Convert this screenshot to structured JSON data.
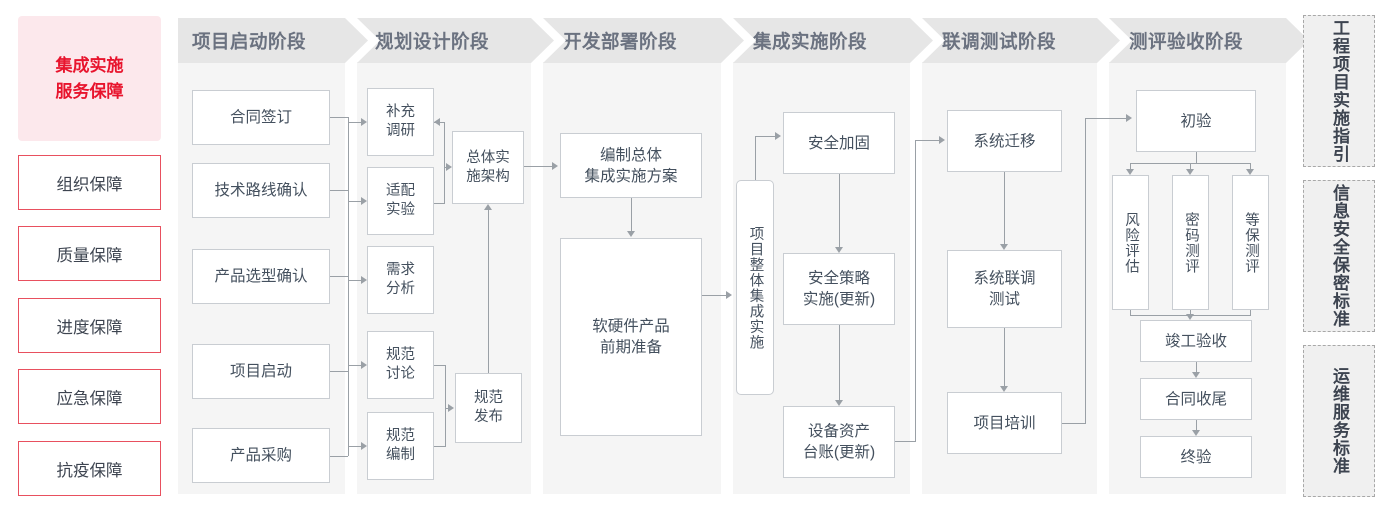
{
  "left_sidebar": {
    "title": "集成实施\n服务保障",
    "title_line1": "集成实施",
    "title_line2": "服务保障",
    "items": [
      {
        "label": "组织保障"
      },
      {
        "label": "质量保障"
      },
      {
        "label": "进度保障"
      },
      {
        "label": "应急保障"
      },
      {
        "label": "抗疫保障"
      }
    ]
  },
  "phases": [
    {
      "header": "项目启动阶段"
    },
    {
      "header": "规划设计阶段"
    },
    {
      "header": "开发部署阶段"
    },
    {
      "header": "集成实施阶段"
    },
    {
      "header": "联调测试阶段"
    },
    {
      "header": "测评验收阶段"
    }
  ],
  "nodes": {
    "p1": [
      {
        "label": "合同签订"
      },
      {
        "label": "技术路线确认"
      },
      {
        "label": "产品选型确认"
      },
      {
        "label": "项目启动"
      },
      {
        "label": "产品采购"
      }
    ],
    "p2": [
      {
        "label": "补充\n调研",
        "l1": "补充",
        "l2": "调研"
      },
      {
        "label": "适配\n实验",
        "l1": "适配",
        "l2": "实验"
      },
      {
        "label": "需求\n分析",
        "l1": "需求",
        "l2": "分析"
      },
      {
        "label": "规范\n讨论",
        "l1": "规范",
        "l2": "讨论"
      },
      {
        "label": "规范\n编制",
        "l1": "规范",
        "l2": "编制"
      }
    ],
    "p2_arch": {
      "l1": "总体实",
      "l2": "施架构"
    },
    "p2_pub": {
      "l1": "规范",
      "l2": "发布"
    },
    "p3": [
      {
        "l1": "编制总体",
        "l2": "集成实施方案"
      },
      {
        "l1": "软硬件产品",
        "l2": "前期准备"
      }
    ],
    "p4_vertical": {
      "label": "项目整体集成实施"
    },
    "p4": [
      {
        "l1": "安全加固",
        "l2": ""
      },
      {
        "l1": "安全策略",
        "l2": "实施(更新)"
      },
      {
        "l1": "设备资产",
        "l2": "台账(更新)"
      }
    ],
    "p5": [
      {
        "l1": "系统迁移",
        "l2": ""
      },
      {
        "l1": "系统联调",
        "l2": "测试"
      },
      {
        "l1": "项目培训",
        "l2": ""
      }
    ],
    "p6_first": {
      "label": "初验"
    },
    "p6_assess": [
      {
        "label": "风险评估"
      },
      {
        "label": "密码测评"
      },
      {
        "label": "等保测评"
      }
    ],
    "p6_tail": [
      {
        "label": "竣工验收"
      },
      {
        "label": "合同收尾"
      },
      {
        "label": "终验"
      }
    ]
  },
  "right_sidebar": {
    "items": [
      {
        "label": "工程项目实施指引"
      },
      {
        "label": "信息安全保密标准"
      },
      {
        "label": "运维服务标准"
      }
    ]
  },
  "colors": {
    "accent_red": "#e8142d",
    "accent_pink_bg": "#fce8ec",
    "accent_border": "#e8505f",
    "column_bg": "#f5f5f5",
    "header_bg": "#e6e6e6",
    "header_text": "#6b7280",
    "node_border": "#c9cdd2",
    "node_text": "#44505e",
    "line": "#9aa0a6",
    "right_box_bg": "#f0f0f0",
    "right_box_border": "#a8a8a8"
  }
}
